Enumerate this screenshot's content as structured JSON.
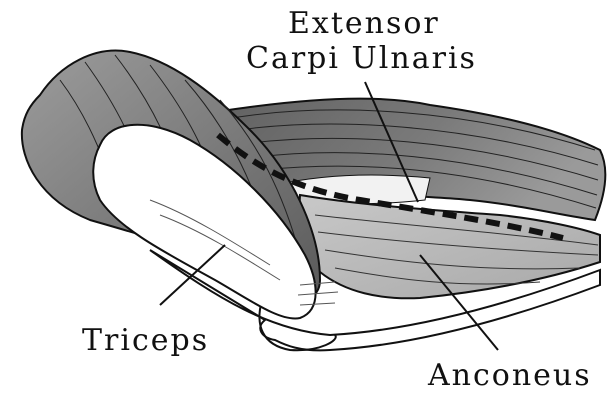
{
  "labels": {
    "extensor_line1": "Extensor",
    "extensor_line2": "Carpi Ulnaris",
    "triceps": "Triceps",
    "anconeus": "Anconeus"
  },
  "colors": {
    "background": "#ffffff",
    "muscle_dark": "#6b6b6b",
    "muscle_mid": "#8c8c8c",
    "muscle_light": "#b9b9b9",
    "outline": "#111111"
  }
}
